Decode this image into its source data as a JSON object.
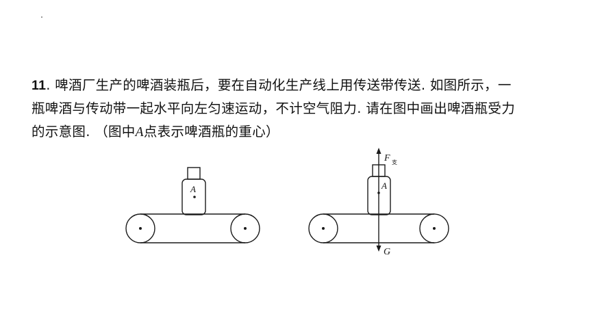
{
  "question": {
    "number": "11",
    "line1": ". 啤酒厂生产的啤酒装瓶后，要在自动化生产线上用传送带传送. 如图所示，一",
    "line2": "瓶啤酒与传动带一起水平向左匀速运动，不计空气阻力. 请在图中画出啤酒瓶受力",
    "line3_before": "的示意图. （图中",
    "line3_italic": "A",
    "line3_after": "点表示啤酒瓶的重心）"
  },
  "figure_left": {
    "center_label": "A"
  },
  "figure_right": {
    "center_label": "A",
    "support_force_label": "F",
    "support_force_subscript": "支",
    "gravity_label": "G"
  }
}
